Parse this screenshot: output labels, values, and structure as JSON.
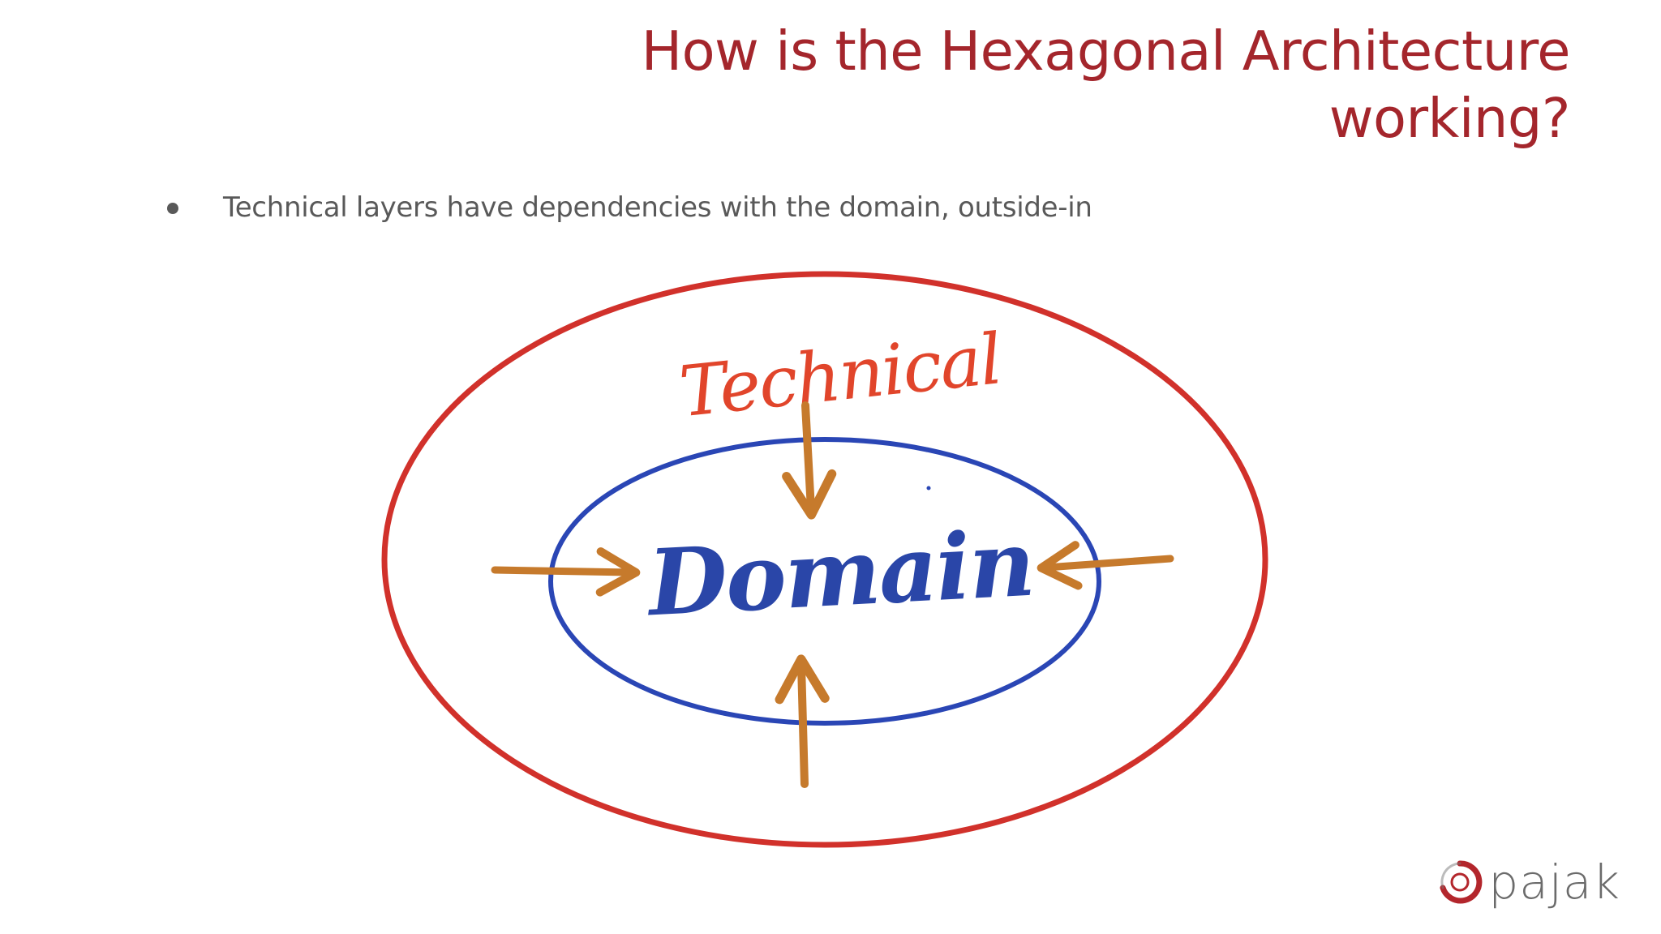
{
  "slide": {
    "title_line1": "How is the Hexagonal Architecture",
    "title_line2": "working?",
    "bullets": [
      "Technical layers have dependencies with the domain, outside-in"
    ]
  },
  "diagram": {
    "outer_label": "Technical",
    "inner_label": "Domain",
    "colors": {
      "outer_ring": "#d1312b",
      "inner_ring": "#2a46b5",
      "arrows": "#c67a2c",
      "outer_label": "#e1452b",
      "inner_label": "#2a46a8"
    },
    "arrows": [
      "top",
      "left",
      "right",
      "bottom"
    ]
  },
  "logo": {
    "text": "pajak"
  },
  "colors": {
    "title": "#a4262c",
    "body_text": "#595959"
  }
}
